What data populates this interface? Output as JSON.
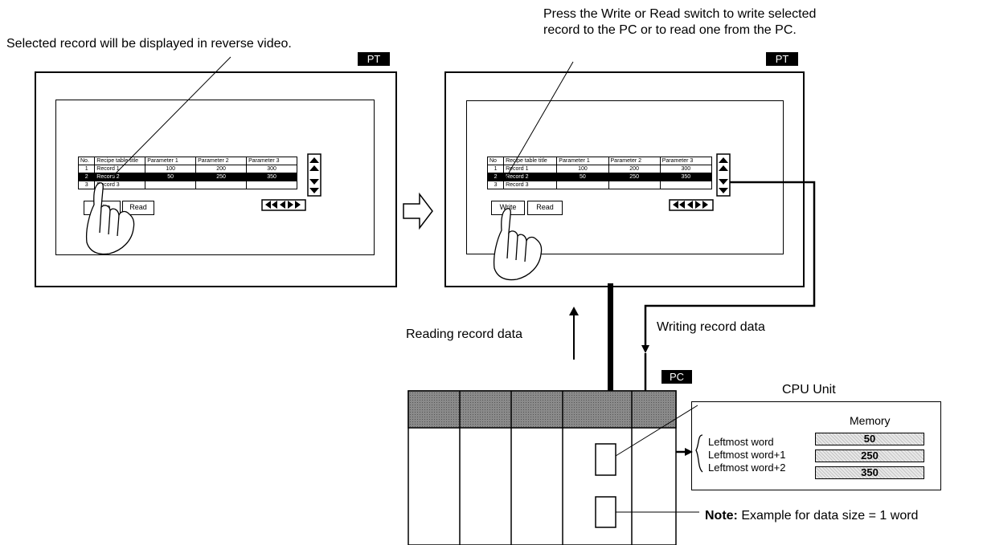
{
  "captions": {
    "left": "Selected record will be displayed in reverse video.",
    "right": "Press the Write or Read switch to write selected record to the PC or to read one from the PC."
  },
  "tags": {
    "pt": "PT",
    "pc": "PC"
  },
  "arrow_labels": {
    "reading": "Reading record data",
    "writing": "Writing record data"
  },
  "recipe_table": {
    "headers_left": [
      "No.",
      "Recipe table title",
      "Parameter 1",
      "Parameter 2",
      "Parameter 3"
    ],
    "headers_right": [
      "No",
      "Recipe table title",
      "Parameter 1",
      "Parameter 2",
      "Parameter 3"
    ],
    "rows": [
      {
        "no": "1",
        "name": "Record 1",
        "p1": "100",
        "p2": "200",
        "p3": "300"
      },
      {
        "no": "2",
        "name": "Record 2",
        "p1": "50",
        "p2": "250",
        "p3": "350"
      },
      {
        "no": "3",
        "name": "Record 3",
        "p1": "",
        "p2": "",
        "p3": ""
      }
    ],
    "selected_row": 2
  },
  "buttons": {
    "write": "Write",
    "read": "Read"
  },
  "cpu": {
    "title": "CPU Unit",
    "memory_label": "Memory",
    "words": [
      {
        "label": "Leftmost word",
        "value": "50"
      },
      {
        "label": "Leftmost word+1",
        "value": "250"
      },
      {
        "label": "Leftmost word+2",
        "value": "350"
      }
    ]
  },
  "note": {
    "bold": "Note:",
    "text": "Example for data size = 1 word"
  }
}
